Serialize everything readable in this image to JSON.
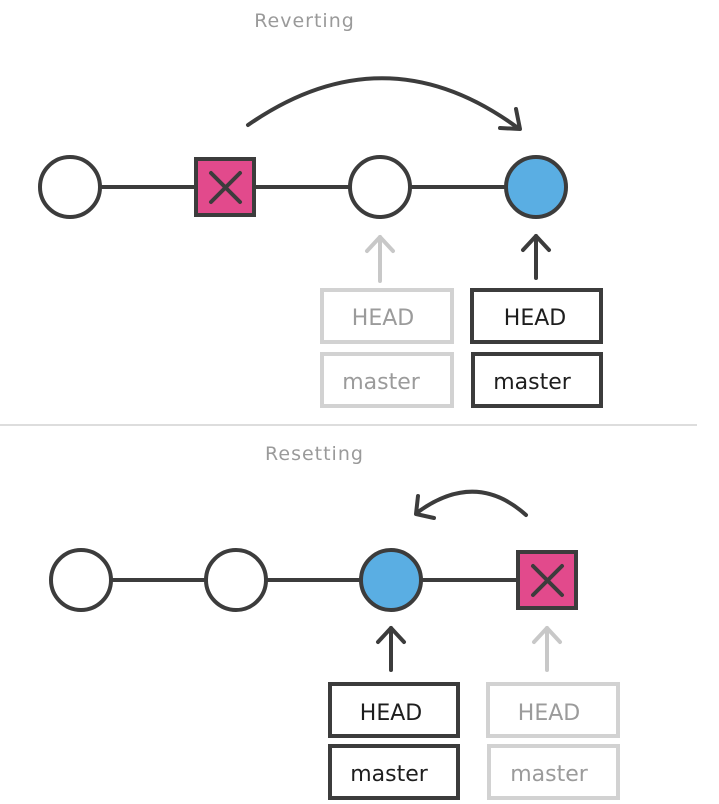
{
  "colors": {
    "stroke": "#3c3c3c",
    "faded": "#c8c8c8",
    "faded_text": "#9b9b9b",
    "current_commit": "#5aaee3",
    "bad_commit": "#e24a8c",
    "divider": "#d2d2d2"
  },
  "reverting": {
    "title": "Reverting",
    "old_ref": {
      "head": "HEAD",
      "branch": "master"
    },
    "new_ref": {
      "head": "HEAD",
      "branch": "master"
    }
  },
  "resetting": {
    "title": "Resetting",
    "new_ref": {
      "head": "HEAD",
      "branch": "master"
    },
    "old_ref": {
      "head": "HEAD",
      "branch": "master"
    }
  },
  "icons": {
    "bad_commit": "x-mark-icon",
    "move_arrow": "curved-arrow-icon",
    "pointer": "up-arrow-icon"
  }
}
